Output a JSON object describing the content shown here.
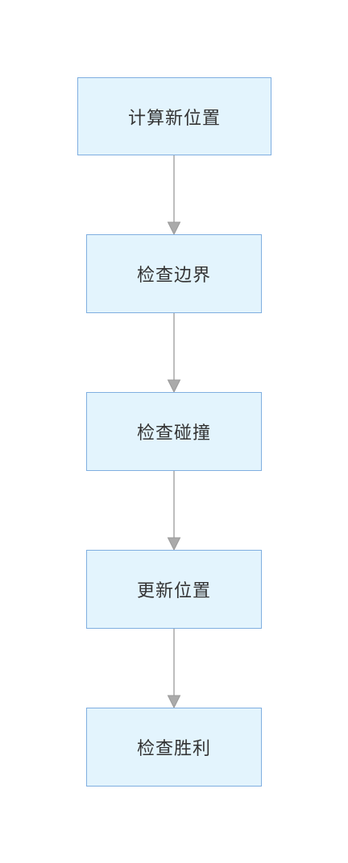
{
  "nodes": [
    {
      "label": "计算新位置"
    },
    {
      "label": "检查边界"
    },
    {
      "label": "检查碰撞"
    },
    {
      "label": "更新位置"
    },
    {
      "label": "检查胜利"
    }
  ],
  "edges": [
    {
      "from": 0,
      "to": 1
    },
    {
      "from": 1,
      "to": 2
    },
    {
      "from": 2,
      "to": 3
    },
    {
      "from": 3,
      "to": 4
    }
  ],
  "colors": {
    "node_fill": "#e3f4fd",
    "node_border": "#7faee0",
    "edge": "#999999",
    "arrowhead": "#aaaaaa",
    "text": "#333333"
  }
}
